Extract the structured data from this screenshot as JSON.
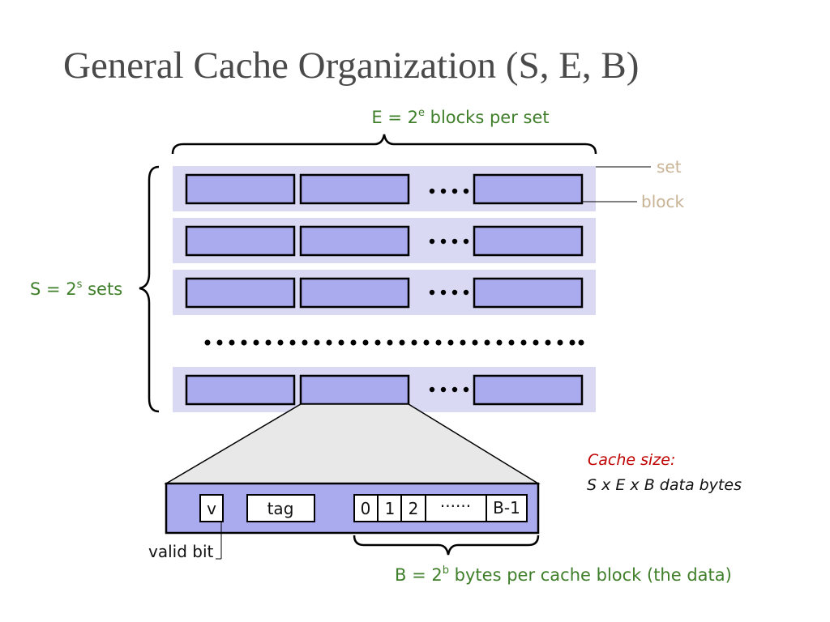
{
  "title": "General Cache Organization (S, E, B)",
  "labels": {
    "blocks_per_set_prefix": "E = 2",
    "blocks_per_set_exp": "e",
    "blocks_per_set_suffix": " blocks per set",
    "sets_prefix": "S = 2",
    "sets_exp": "s",
    "sets_suffix": " sets",
    "set": "set",
    "block": "block",
    "valid_bit": "valid bit",
    "bytes_prefix": "B = 2",
    "bytes_exp": "b",
    "bytes_suffix": " bytes per cache block (the data)"
  },
  "cache_size": {
    "heading": "Cache size:",
    "formula": "S x E x B data bytes"
  },
  "block_detail": {
    "valid": "v",
    "tag": "tag",
    "bytes": [
      "0",
      "1",
      "2"
    ],
    "ellipsis": "······",
    "last": "B-1"
  },
  "colors": {
    "set_background": "#d9d9f4",
    "block_fill": "#aaaaee",
    "label_green": "#3f7f2a",
    "label_tan": "#c8b394",
    "note_red": "#c00000"
  }
}
